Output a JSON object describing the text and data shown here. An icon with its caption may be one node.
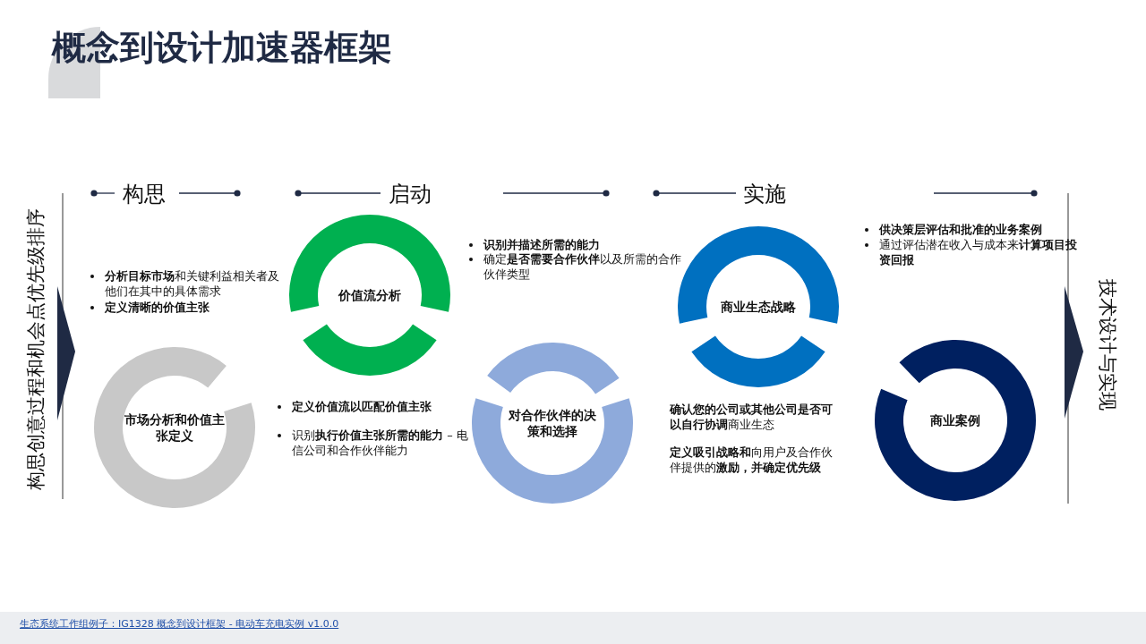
{
  "diagram": {
    "title": "概念到设计加速器框架",
    "caption": "生态系统工作组例子：IG1328 概念到设计框架 - 电动车充电实例 v1.0.0",
    "nodes": [
      {
        "text": [
          "市场分析和价值主张定义"
        ]
      },
      {
        "text": [
          "价值流分析"
        ]
      },
      {
        "text": [
          "对合作伙伴的决策和选择"
        ]
      },
      {
        "text": [
          "商业生态战略"
        ]
      },
      {
        "text": [
          "商业案例"
        ]
      }
    ],
    "edges": [],
    "labels": [
      "构思",
      "启动",
      "实施",
      "构思创意过程和机会点优先级排序",
      "**分析目标市场**和关键利益相关者及他们在其中的具体需求",
      "**定义清晰的价值主张**",
      "**定义价值流以匹配价值主张**",
      "识别**执行价值主张所需的能力** – 电信公司和合作伙伴能力",
      "**识别并描述所需的能力**",
      "确定**是否需要合作伙伴**以及所需的合作伙伴类型",
      "**确认您的公司或其他公司是否可以自行协调**商业生态",
      "**定义吸引战略和**向用户及合作伙伴提供的**激励，并确定优先级**",
      "**供决策层评估和批准的业务案例**",
      "通过评估潜在收入与成本来**计算项目投资回报**",
      "技术设计与实现"
    ]
  }
}
